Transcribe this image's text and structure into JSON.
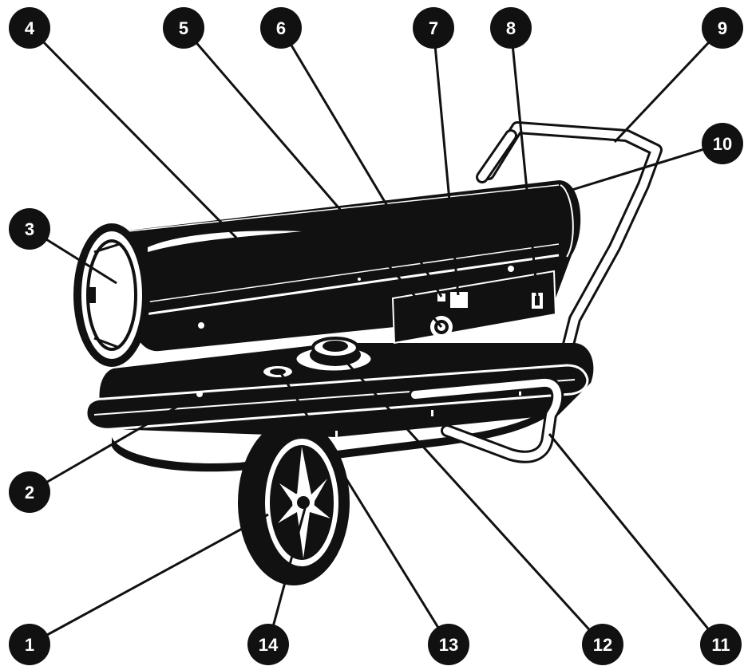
{
  "colors": {
    "ink": "#111111",
    "paper": "#ffffff",
    "leader": "#111111"
  },
  "callouts": [
    {
      "label": "1"
    },
    {
      "label": "2"
    },
    {
      "label": "3"
    },
    {
      "label": "4"
    },
    {
      "label": "5"
    },
    {
      "label": "6"
    },
    {
      "label": "7"
    },
    {
      "label": "8"
    },
    {
      "label": "9"
    },
    {
      "label": "10"
    },
    {
      "label": "11"
    },
    {
      "label": "12"
    },
    {
      "label": "13"
    },
    {
      "label": "14"
    }
  ]
}
